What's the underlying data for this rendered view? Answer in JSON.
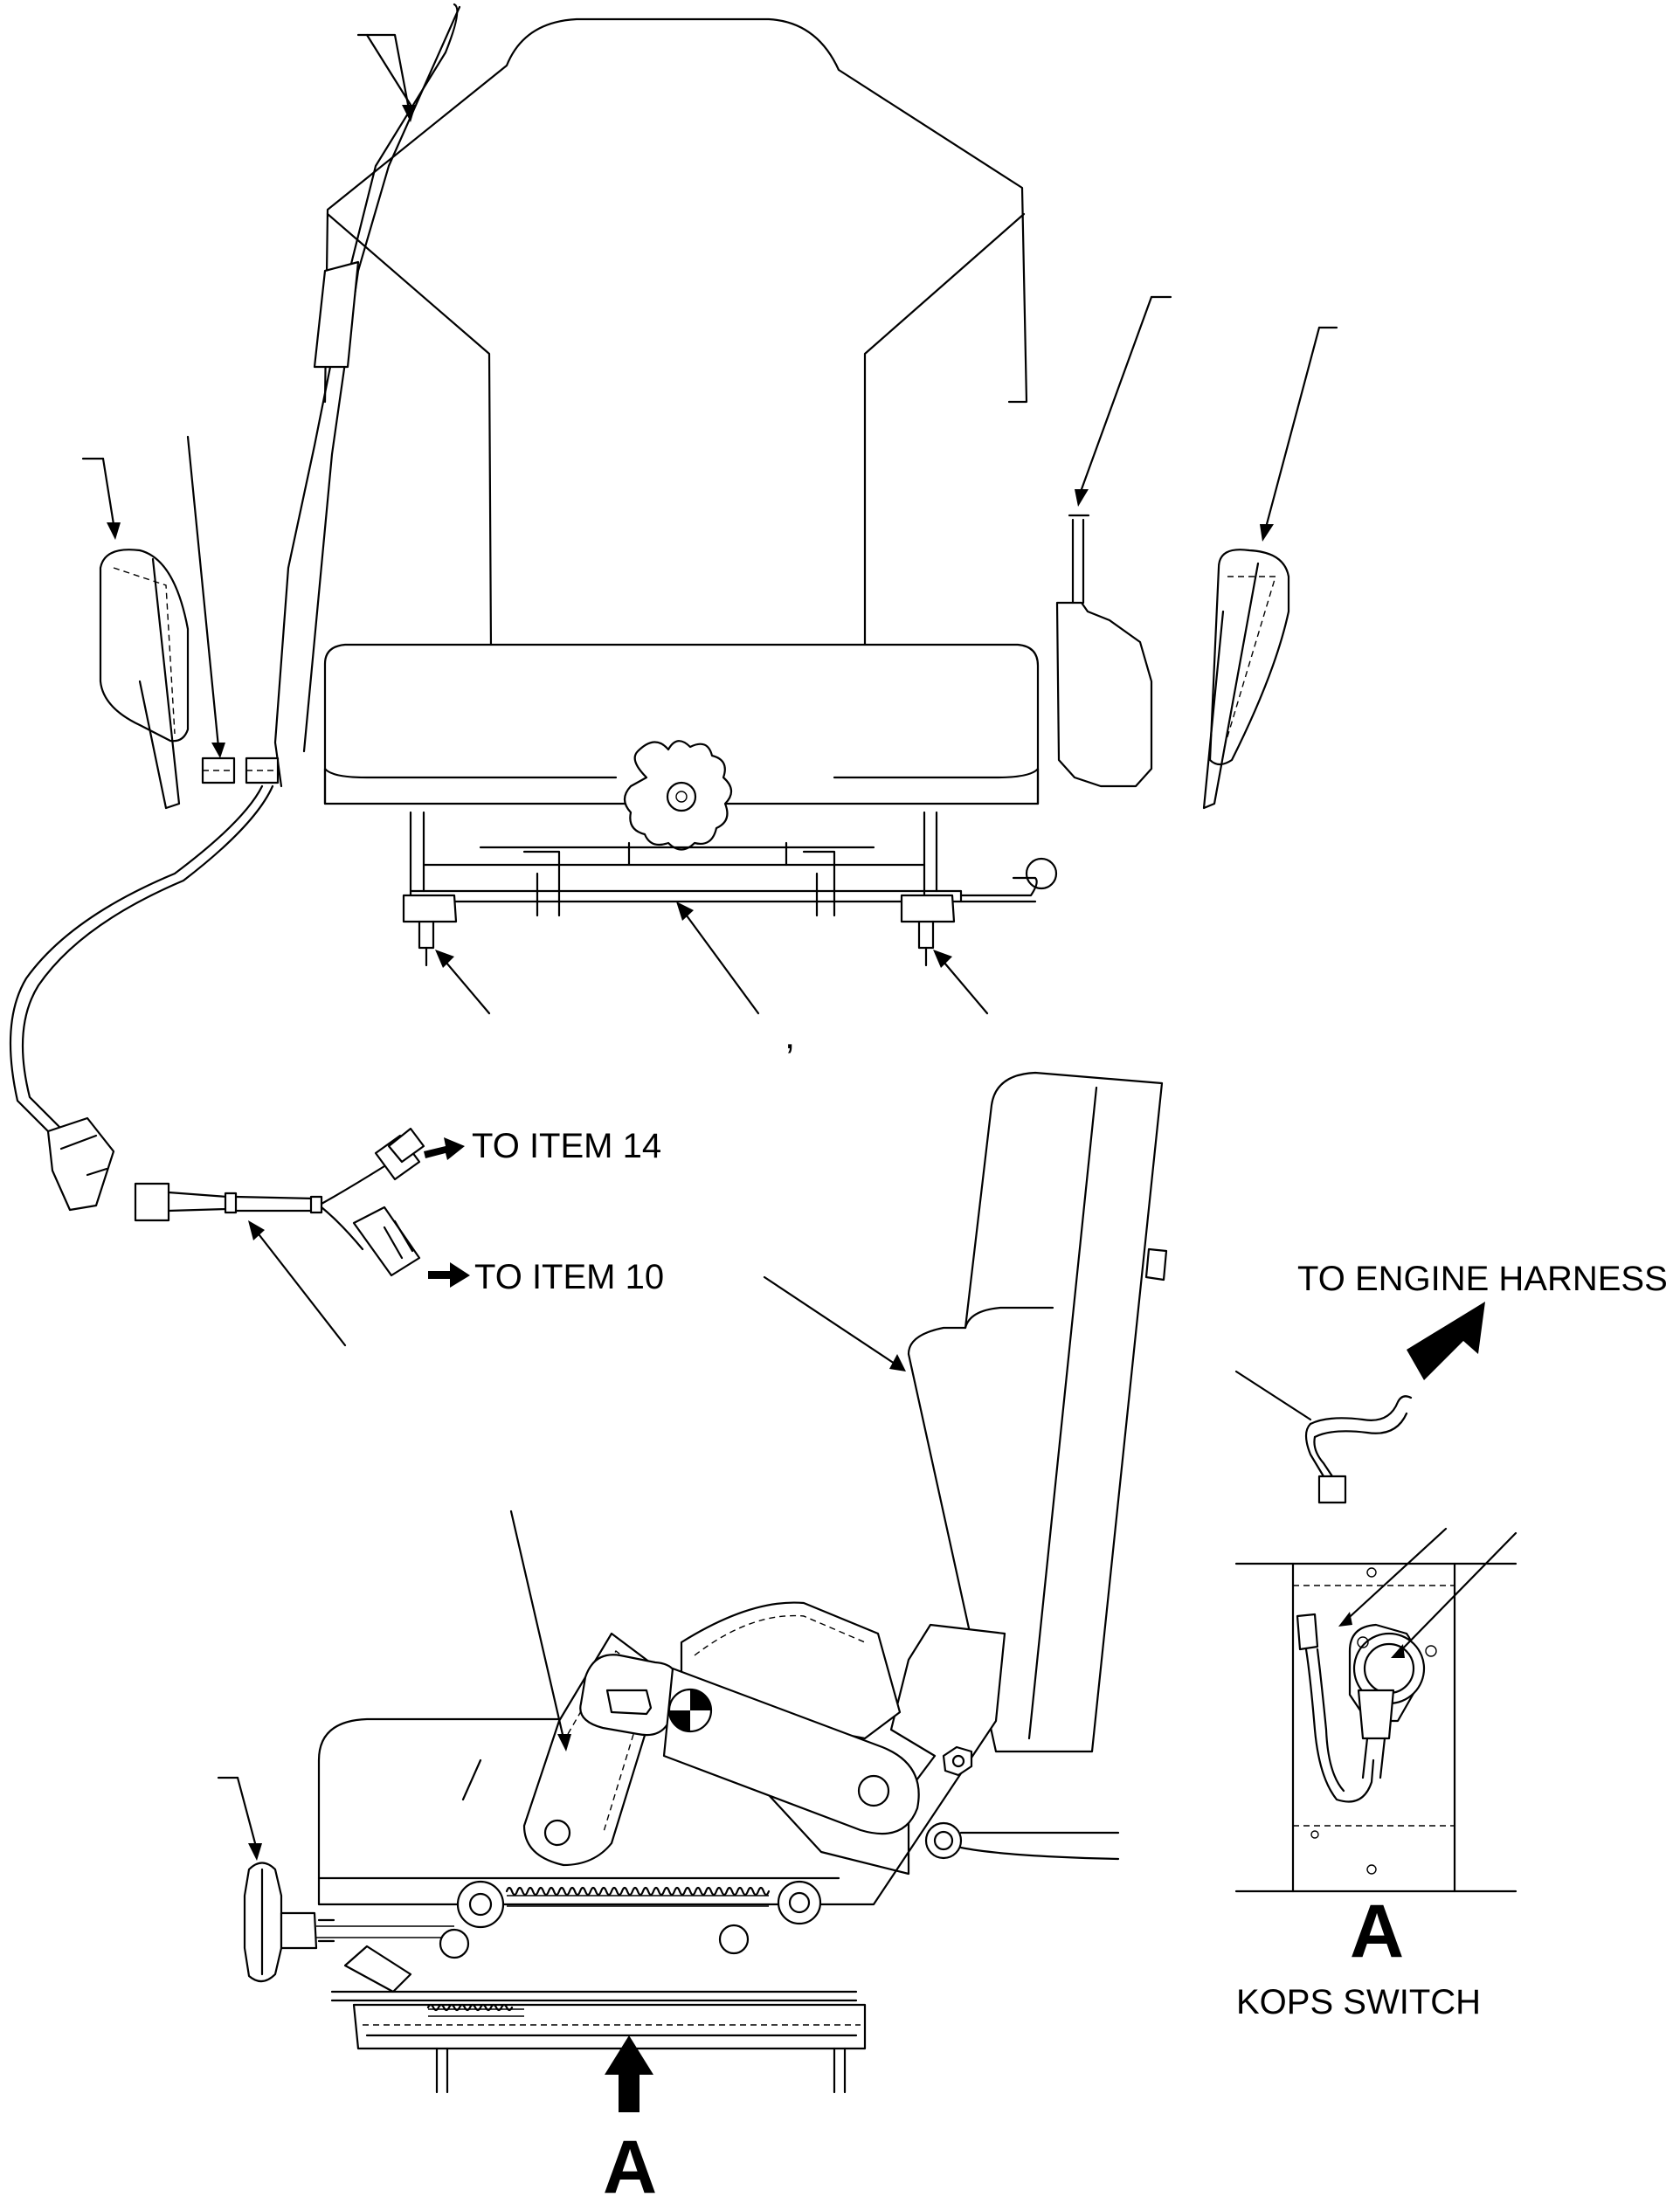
{
  "labels": {
    "to_item_14": "TO ITEM 14",
    "to_item_10": "TO ITEM 10",
    "to_engine_harness": "TO ENGINE HARNESS",
    "view_a_bottom": "A",
    "view_a_detail": "A",
    "kops_switch": "KOPS SWITCH",
    "stray_mark": ","
  }
}
